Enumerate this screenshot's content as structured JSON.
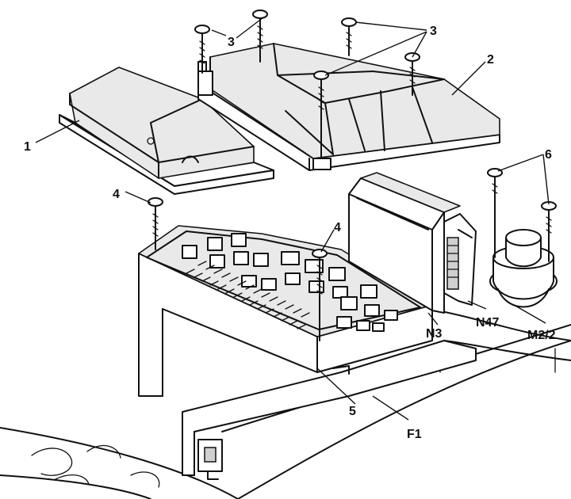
{
  "labels": {
    "cover_small": "1",
    "cover_large": "2",
    "screws_cover_left": "3",
    "screws_cover_right": "3",
    "screw_box_left": "4",
    "screw_box_center": "4",
    "fuse_box": "5",
    "screws_relay": "6",
    "control_unit_n3": "N3",
    "control_unit_n47": "N47",
    "relay_m22": "M2/2",
    "bracket_f1": "F1"
  }
}
